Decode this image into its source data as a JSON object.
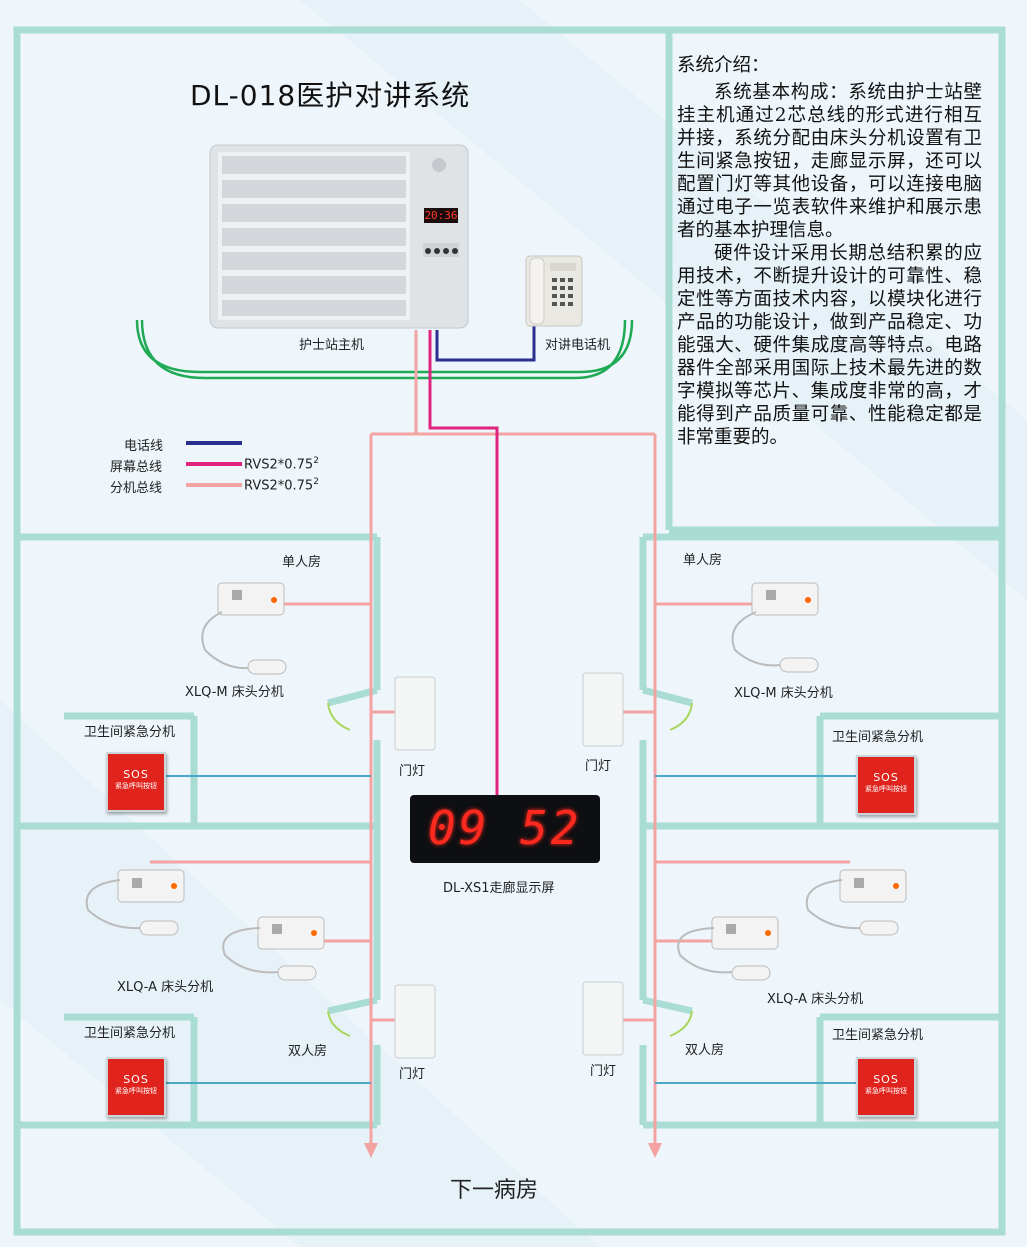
{
  "title": "DL-018医护对讲系统",
  "intro": {
    "heading": "系统介绍：",
    "paragraphs": [
      "系统基本构成：系统由护士站壁挂主机通过2芯总线的形式进行相互并接，系统分配由床头分机设置有卫生间紧急按钮，走廊显示屏，还可以配置门灯等其他设备，可以连接电脑通过电子一览表软件来维护和展示患者的基本护理信息。",
      "硬件设计采用长期总结积累的应用技术，不断提升设计的可靠性、稳定性等方面技术内容，以模块化进行产品的功能设计，做到产品稳定、功能强大、硬件集成度高等特点。电路器件全部采用国际上技术最先进的数字模拟等芯片、集成度非常的高，才能得到产品质量可靠、性能稳定都是非常重要的。"
    ]
  },
  "devices": {
    "host_label": "护士站主机",
    "host_clock": "20:36",
    "phone_label": "对讲电话机",
    "corridor_display_label": "DL-XS1走廊显示屏",
    "corridor_display_value": "09 52"
  },
  "legend": {
    "items": [
      {
        "name": "电话线",
        "spec": "",
        "color": "#2b2f8f"
      },
      {
        "name": "屏幕总线",
        "spec": "RVS2*0.75",
        "sup": "2",
        "color": "#e0237f"
      },
      {
        "name": "分机总线",
        "spec": "RVS2*0.75",
        "sup": "2",
        "color": "#f4a3a3"
      }
    ]
  },
  "rooms": {
    "single_room": "单人房",
    "double_room": "双人房",
    "single_bed_unit": "XLQ-M 床头分机",
    "double_bed_unit": "XLQ-A 床头分机",
    "bathroom_unit": "卫生间紧急分机",
    "door_light": "门灯",
    "sos_text": "SOS",
    "sos_sub": "紧急呼叫按钮"
  },
  "footer": "下一病房",
  "colors": {
    "wall": "#a9dcd3",
    "bg": "#eef6fb"
  }
}
